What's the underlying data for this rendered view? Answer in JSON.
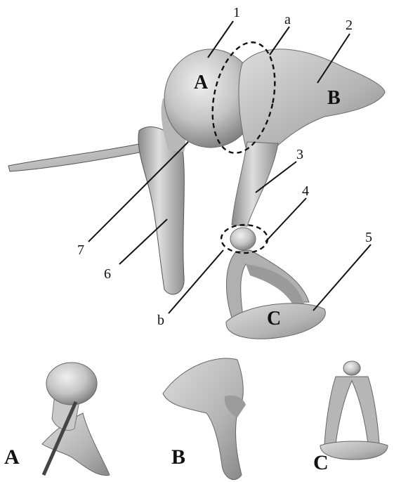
{
  "main_labels": {
    "malleus": "A",
    "incus": "B",
    "stapes": "C"
  },
  "numbers": [
    "1",
    "2",
    "3",
    "4",
    "5",
    "6",
    "7"
  ],
  "letters": {
    "a": "a",
    "b": "b"
  },
  "captions": {
    "malleus": "A",
    "incus": "B",
    "stapes": "C"
  },
  "colors": {
    "bone_light": "#e2e2e2",
    "bone_mid": "#b9b9b9",
    "bone_dark": "#7d7d7d",
    "ink": "#111111"
  }
}
